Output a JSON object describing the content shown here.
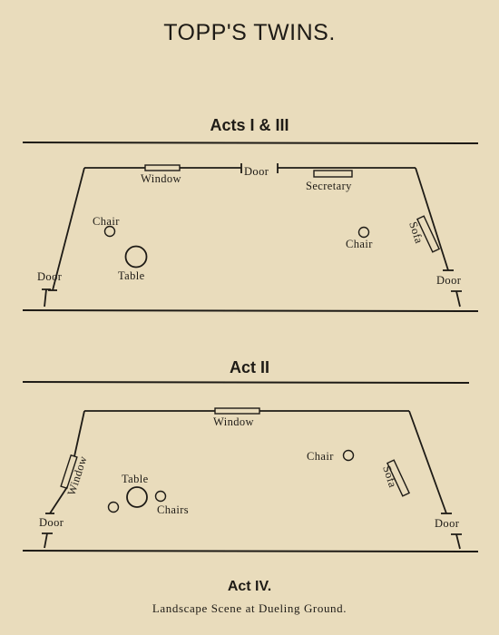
{
  "title": "TOPP'S TWINS.",
  "plan1": {
    "heading": "Acts I & III",
    "window": "Window",
    "door_center": "Door",
    "secretary": "Secretary",
    "chair_left": "Chair",
    "table": "Table",
    "chair_right": "Chair",
    "sofa": "Sofa",
    "door_left": "Door",
    "door_right": "Door"
  },
  "plan2": {
    "heading": "Act II",
    "window_top": "Window",
    "window_left": "Window",
    "chair_right": "Chair",
    "sofa": "Sofa",
    "table": "Table",
    "chairs": "Chairs",
    "door_left": "Door",
    "door_right": "Door"
  },
  "act4": {
    "heading": "Act IV.",
    "caption": "Landscape Scene at Dueling Ground."
  }
}
